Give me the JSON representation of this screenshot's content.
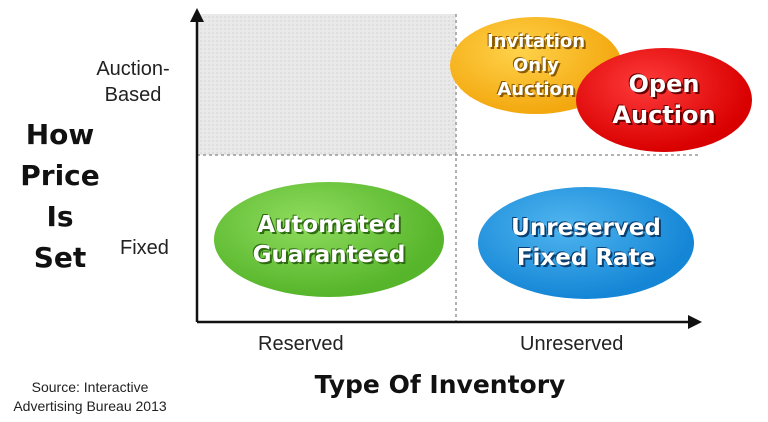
{
  "y_axis": {
    "title_lines": [
      "How",
      "Price",
      "Is",
      "Set"
    ],
    "tick_auction": "Auction-\nBased",
    "tick_fixed": "Fixed"
  },
  "x_axis": {
    "title": "Type Of Inventory",
    "tick_reserved": "Reserved",
    "tick_unreserved": "Unreserved"
  },
  "source": "Source: Interactive\nAdvertising Bureau 2013",
  "quadrants": {
    "automated_guaranteed": {
      "label": "Automated\nGuaranteed",
      "color": "#56b52a"
    },
    "unreserved_fixed_rate": {
      "label": "Unreserved\nFixed Rate",
      "color": "#1586d6"
    },
    "invitation_only_auction": {
      "label": "Invitation\nOnly\nAuction",
      "color": "#f3a80f"
    },
    "open_auction": {
      "label": "Open\nAuction",
      "color": "#d90000"
    },
    "empty_quadrant_fill": "#e9e9e9"
  }
}
